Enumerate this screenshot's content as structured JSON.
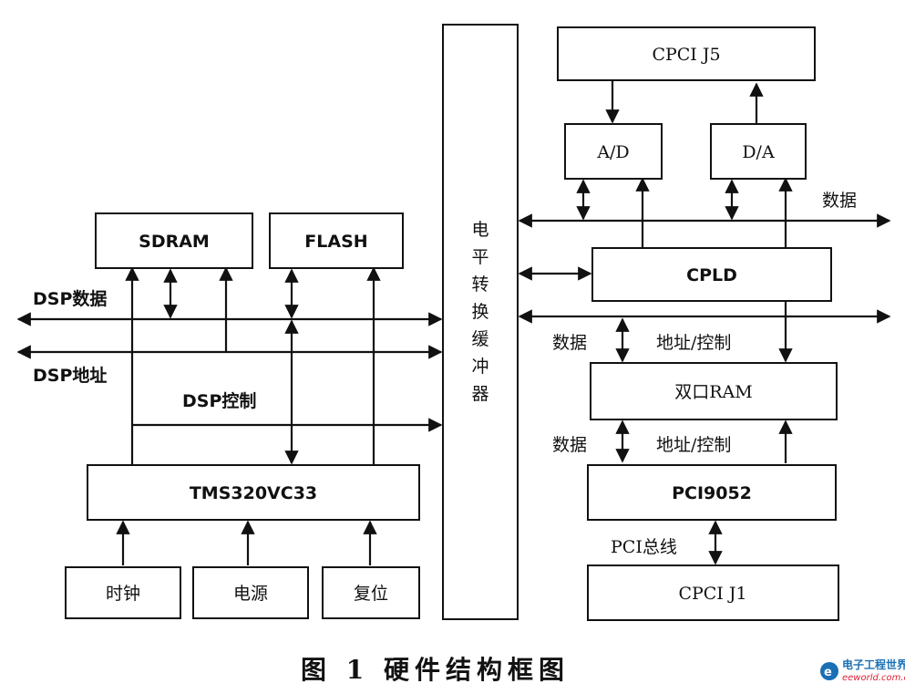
{
  "boxes": {
    "cpci_j5": "CPCI J5",
    "ad": "A/D",
    "da": "D/A",
    "sdram": "SDRAM",
    "flash": "FLASH",
    "cpld": "CPLD",
    "dual_ram": "双口RAM",
    "pci9052": "PCI9052",
    "cpci_j1": "CPCI J1",
    "tms": "TMS320VC33",
    "clock": "时钟",
    "power": "电源",
    "reset": "复位",
    "buffer_chars": [
      "电",
      "平",
      "转",
      "换",
      "缓",
      "冲",
      "器"
    ]
  },
  "labels": {
    "dsp_data": "DSP数据",
    "dsp_addr": "DSP地址",
    "dsp_ctrl": "DSP控制",
    "right_data": "数据",
    "data_1": "数据",
    "addr_ctrl_1": "地址/控制",
    "data_2": "数据",
    "addr_ctrl_2": "地址/控制",
    "pci_bus": "PCI总线"
  },
  "caption": "图 1   硬件结构框图",
  "logo": {
    "name": "电子工程世界",
    "url": "eeworld.com.cn"
  }
}
